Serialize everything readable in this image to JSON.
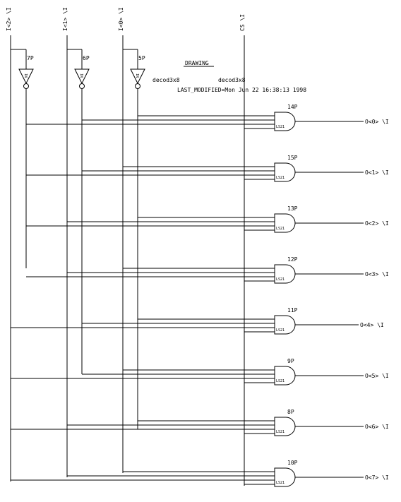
{
  "header": {
    "drawing_label": "DRAWING",
    "name_left": "decod3x8",
    "name_right": "decod3x8",
    "last_modified": "LAST_MODIFIED=Mon Jun 22 16:38:13 1998"
  },
  "inputs": [
    "I<2> \\I",
    "I<1> \\I",
    "I<0> \\I",
    "CS \\I"
  ],
  "inverters": [
    {
      "ref": "7P",
      "part": "1N"
    },
    {
      "ref": "6P",
      "part": "1N"
    },
    {
      "ref": "5P",
      "part": "1N"
    }
  ],
  "gate_part": "LS21",
  "gates": [
    {
      "ref": "14P",
      "output": "O<0> \\I"
    },
    {
      "ref": "15P",
      "output": "O<1> \\I"
    },
    {
      "ref": "13P",
      "output": "O<2> \\I"
    },
    {
      "ref": "12P",
      "output": "O<3> \\I"
    },
    {
      "ref": "11P",
      "output": "O<4> \\I"
    },
    {
      "ref": "9P",
      "output": "O<5> \\I"
    },
    {
      "ref": "8P",
      "output": "O<6> \\I"
    },
    {
      "ref": "10P",
      "output": "O<7> \\I"
    }
  ]
}
